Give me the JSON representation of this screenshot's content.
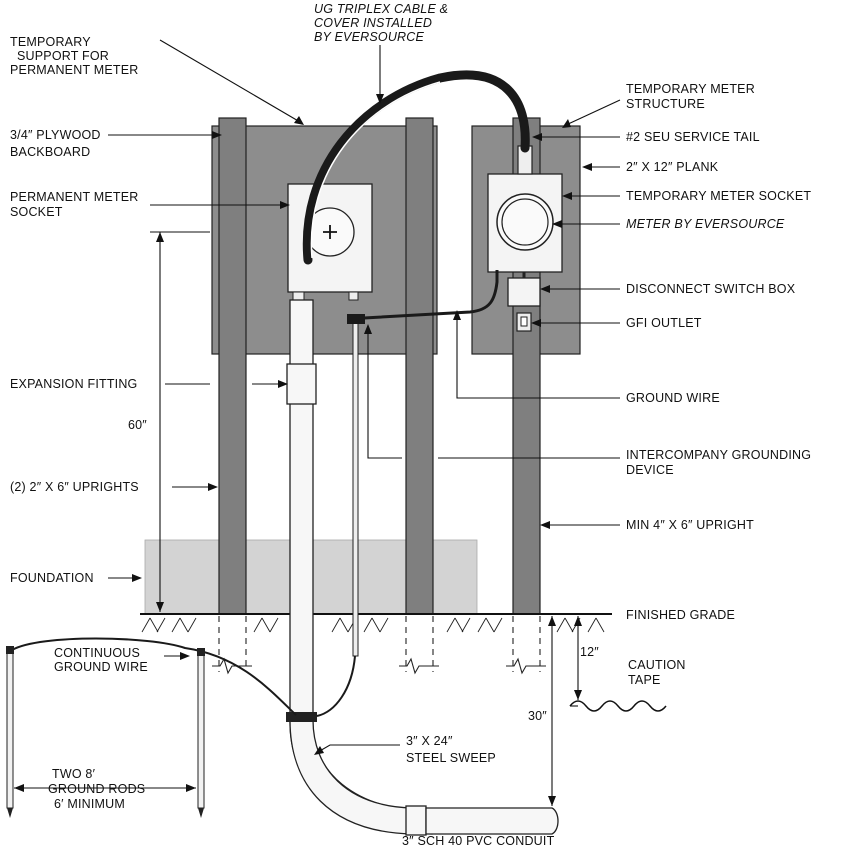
{
  "labels": {
    "ug_triplex_1": "UG TRIPLEX CABLE &",
    "ug_triplex_2": "COVER INSTALLED",
    "ug_triplex_3": "BY EVERSOURCE",
    "temp_support_1": "TEMPORARY",
    "temp_support_2": "SUPPORT FOR",
    "temp_support_3": "PERMANENT METER",
    "plywood_frac": "3/4″",
    "plywood_1": " PLYWOOD",
    "plywood_2": "BACKBOARD",
    "perm_socket_1": "PERMANENT METER",
    "perm_socket_2": "SOCKET",
    "expansion_fitting": "EXPANSION FITTING",
    "height_60": "60″",
    "uprights_2x6": "(2) 2″ X 6″ UPRIGHTS",
    "foundation": "FOUNDATION",
    "continuous_ground_1": "CONTINUOUS",
    "continuous_ground_2": "GROUND WIRE",
    "ground_rods_1": "TWO 8′",
    "ground_rods_2": "GROUND RODS",
    "ground_rods_3": "6′ MINIMUM",
    "steel_sweep_1": "3″ X 24″",
    "steel_sweep_2": "STEEL SWEEP",
    "pvc_conduit": "3″ SCH 40 PVC CONDUIT",
    "temp_structure_1": "TEMPORARY METER",
    "temp_structure_2": "STRUCTURE",
    "seu_tail": "#2 SEU SERVICE TAIL",
    "plank": "2″ X 12″ PLANK",
    "temp_socket": "TEMPORARY METER SOCKET",
    "meter_by": "METER BY EVERSOURCE",
    "disconnect": "DISCONNECT SWITCH BOX",
    "gfi": "GFI OUTLET",
    "ground_wire": "GROUND WIRE",
    "intercompany_1": "INTERCOMPANY GROUNDING",
    "intercompany_2": "DEVICE",
    "min_upright": "MIN 4″ X 6″ UPRIGHT",
    "finished_grade": "FINISHED GRADE",
    "depth_12": "12″",
    "caution_1": "CAUTION",
    "caution_2": "TAPE",
    "depth_30": "30″"
  },
  "colors": {
    "board": "#8d8d8d",
    "post": "#7f7f7f",
    "foundation": "#d3d3d3",
    "cable": "#1a1a1a",
    "line": "#111111"
  }
}
